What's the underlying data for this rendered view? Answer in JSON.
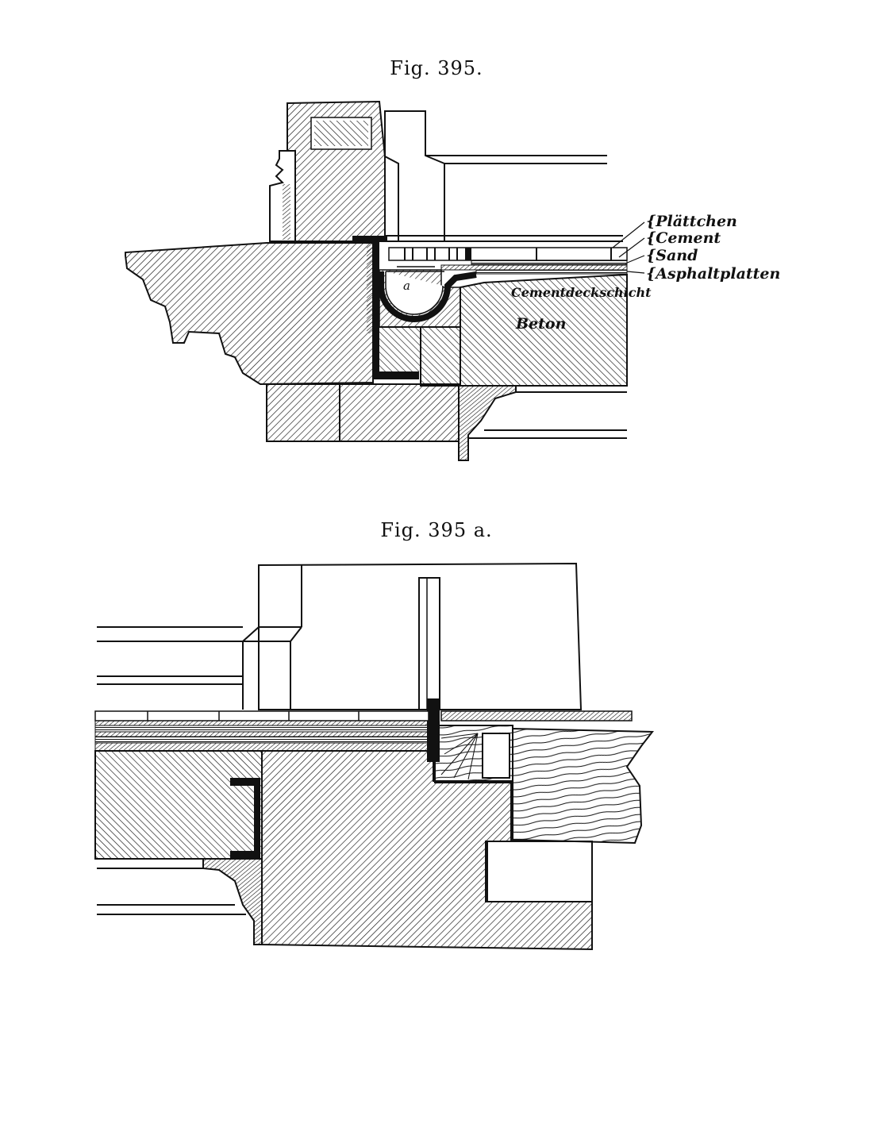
{
  "figures": [
    {
      "title": "Fig. 395.",
      "labels": {
        "plattchen": "Plättchen",
        "cement": "Cement",
        "sand": "Sand",
        "asphaltplatten": "Asphaltplatten",
        "cementdeckschicht": "Cementdeckschicht",
        "beton": "Beton",
        "a": "a"
      }
    },
    {
      "title": "Fig. 395 a."
    }
  ],
  "colors": {
    "ink": "#111111",
    "paper": "#ffffff"
  }
}
